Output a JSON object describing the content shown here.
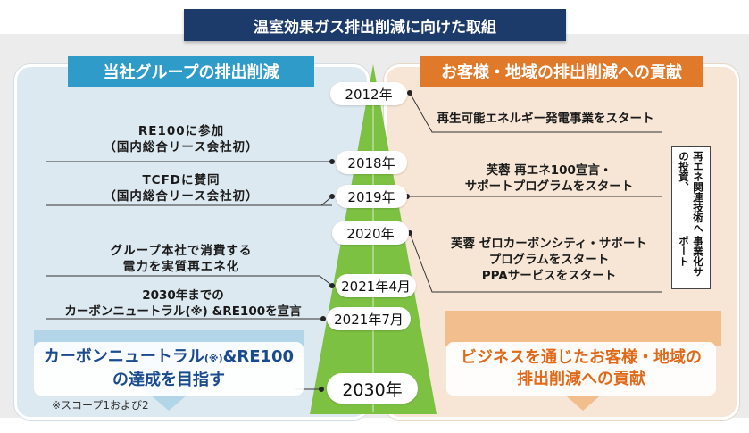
{
  "title": "温室効果ガス排出削減に向けた取組",
  "left_header": "当社グループの排出削減",
  "right_header": "お客様・地域の排出削減への貢献",
  "years": {
    "y2012": "2012年",
    "y2018": "2018年",
    "y2019": "2019年",
    "y2020": "2020年",
    "y2021a": "2021年4月",
    "y2021b": "2021年7月",
    "y2030": "2030年"
  },
  "left_items": {
    "re100_1": "RE100に参加",
    "re100_2": "（国内総合リース会社初）",
    "tcfd_1": "TCFDに賛同",
    "tcfd_2": "（国内総合リース会社初）",
    "hq_1": "グループ本社で消費する",
    "hq_2": "電力を実質再エネ化",
    "cn_1": "2030年までの",
    "cn_2": "カーボンニュートラル(※) &RE100を宣言"
  },
  "right_items": {
    "r2012": "再生可能エネルギー発電事業をスタート",
    "r2019_1": "芙蓉 再エネ100宣言・",
    "r2019_2": "サポートプログラムをスタート",
    "r2020_1": "芙蓉 ゼロカーボンシティ・サポート",
    "r2020_2": "プログラムをスタート",
    "r2020_3": "PPAサービスをスタート"
  },
  "vertical_box": {
    "line1": "再エネ関連技術への投資、",
    "line2": "事業化サポート"
  },
  "goal_left": {
    "line1a": "カーボンニュートラル",
    "line1b": "(※)",
    "line1c": "&RE100",
    "line2": "の達成を目指す"
  },
  "goal_right": {
    "line1": "ビジネスを通じたお客様・地域の",
    "line2": "排出削減への貢献"
  },
  "footnote": "※スコープ1および2",
  "colors": {
    "title_bg": "#1d3b6a",
    "left_accent": "#2f9bc8",
    "right_accent": "#e07a2a",
    "tree_green": "#7dc143"
  }
}
